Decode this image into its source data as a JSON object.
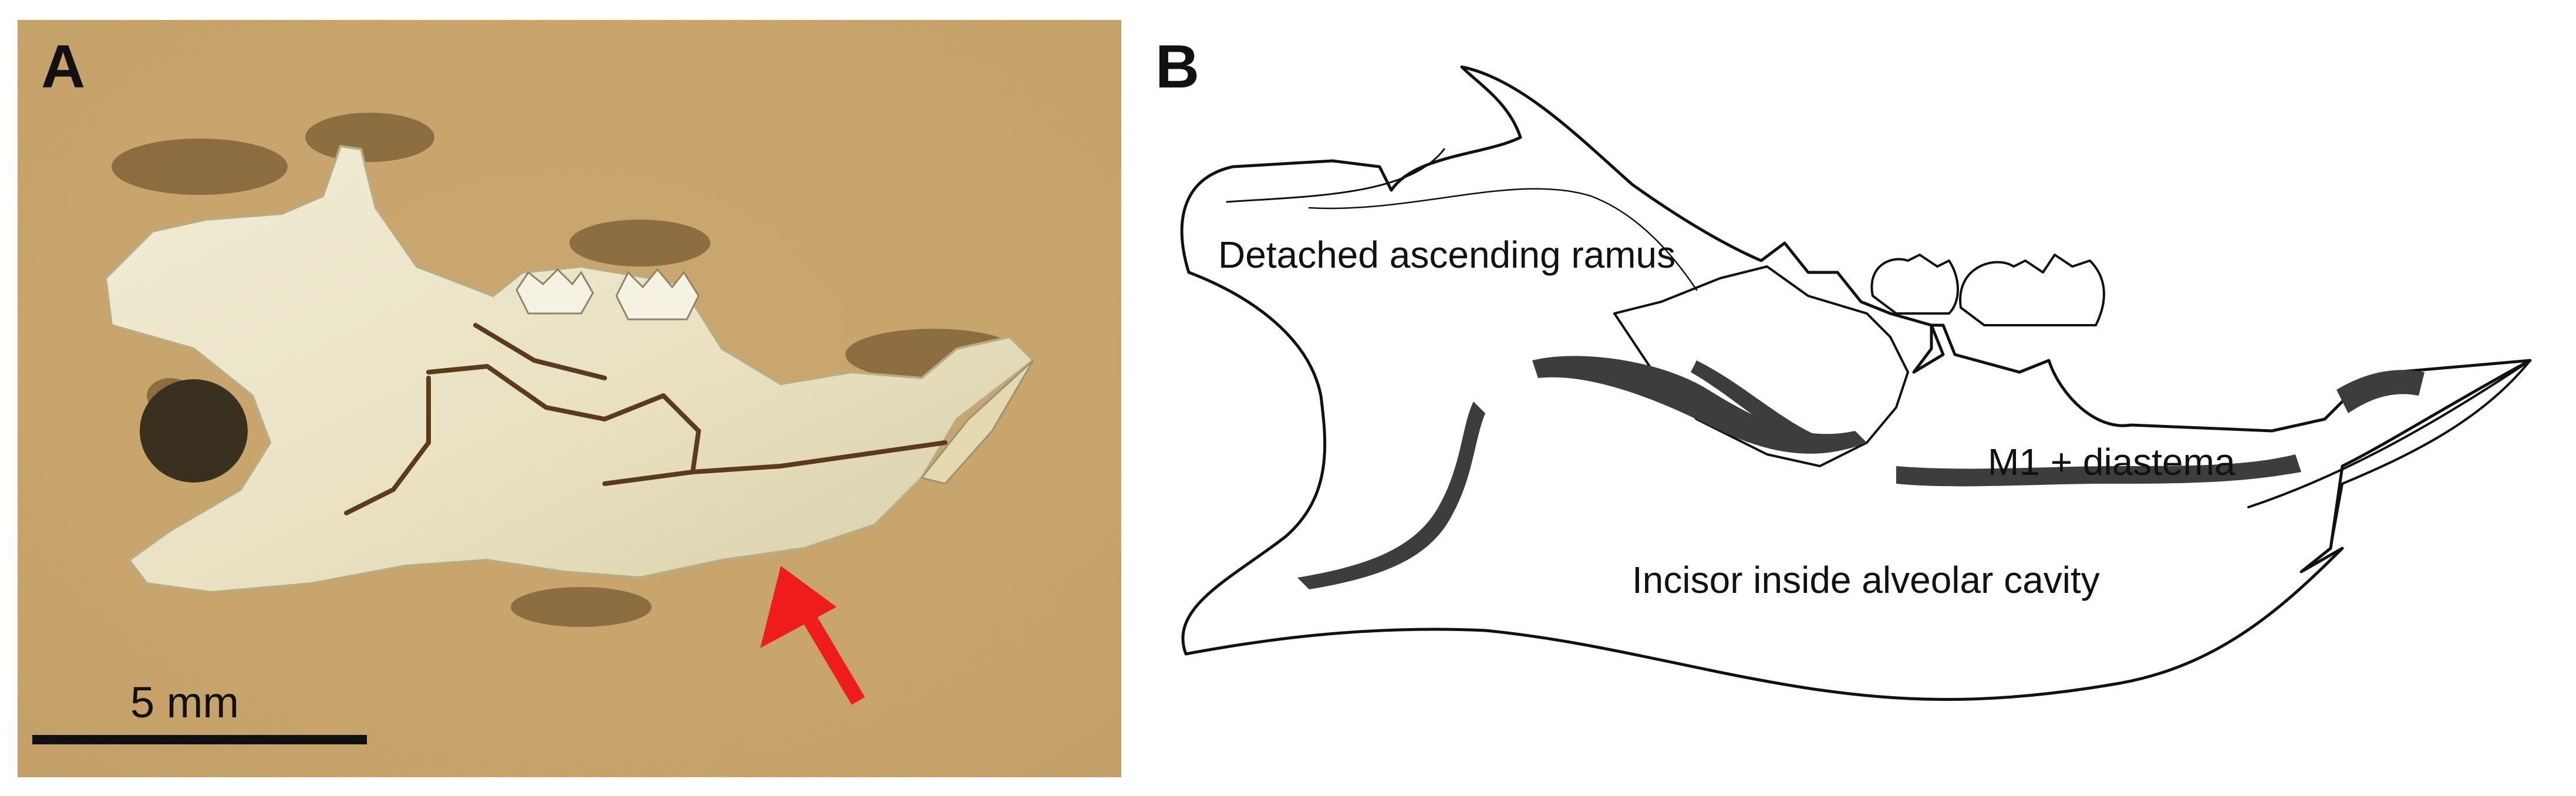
{
  "panel_a": {
    "letter": "A",
    "scale_bar_label": "5 mm",
    "arrow_color": "#ee1c1c",
    "sediment_color": "#cfa86a",
    "bone_color": "#ede6c8"
  },
  "panel_b": {
    "letter": "B",
    "labels": {
      "ramus": "Detached ascending ramus",
      "m1": "M1 + diastema",
      "incisor": "Incisor inside alveolar cavity"
    },
    "outline_color": "#111111",
    "fill_color": "#3d3d3d"
  }
}
